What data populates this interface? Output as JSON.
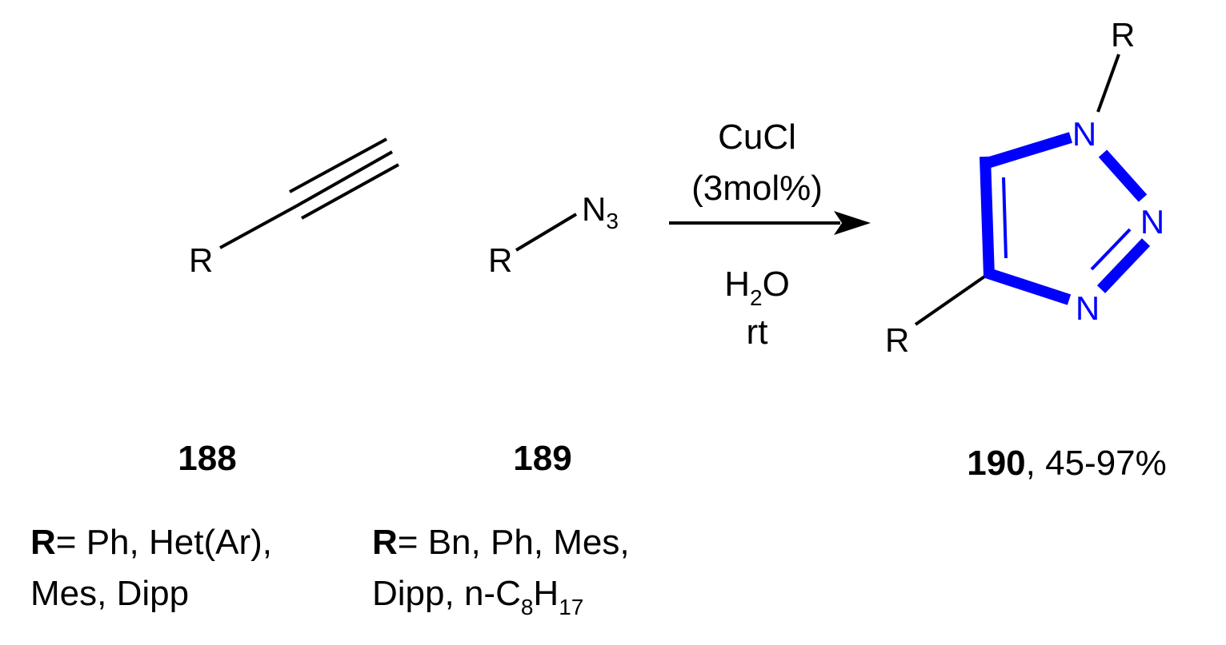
{
  "colors": {
    "accent": "#0000ff",
    "ink": "#000000",
    "background": "#ffffff"
  },
  "alkyne_188": {
    "substituent": "R",
    "number": "188",
    "r_prefix": "R",
    "r_line1": "= Ph, Het(Ar),",
    "r_line2": "Mes, Dipp"
  },
  "azide_189": {
    "substituent": "R",
    "group": "N",
    "group_sub": "3",
    "number": "189",
    "r_prefix": "R",
    "r_line1": "= Bn, Ph, Mes,",
    "r_line2a": "Dipp, n-C",
    "r_line2b": "8",
    "r_line2c": "H",
    "r_line2d": "17"
  },
  "conditions": {
    "catalyst": "CuCl",
    "loading": "(3mol%)",
    "solvent_a": "H",
    "solvent_sub": "2",
    "solvent_b": "O",
    "temperature": "rt"
  },
  "product_190": {
    "n1_substituent": "R",
    "c4_substituent": "R",
    "n1": "N",
    "n2": "N",
    "n3": "N",
    "number": "190",
    "yield": ", 45-97%"
  }
}
